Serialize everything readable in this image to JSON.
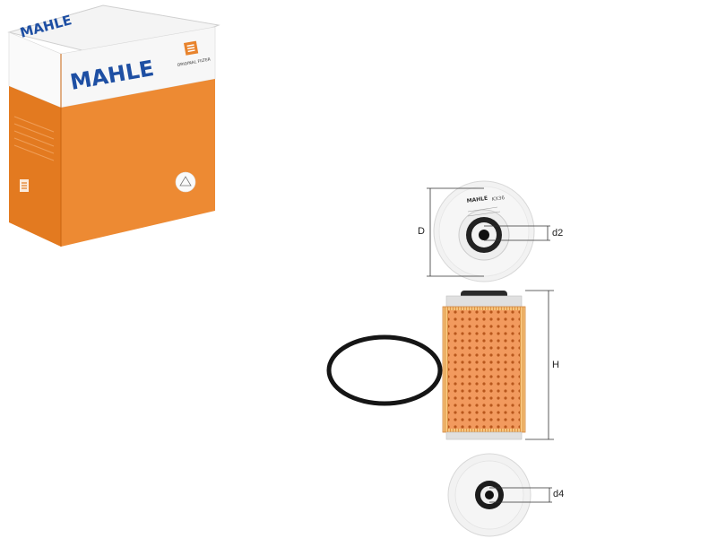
{
  "product_box": {
    "brand_top": "MAHLE",
    "brand_front": "MAHLE",
    "side_logo_text": "ORIGINAL FILTER",
    "colors": {
      "orange": "#e8832c",
      "top": "#f2f2f2",
      "blue": "#1e4fa3"
    }
  },
  "diagram": {
    "top_view": {
      "dimension_outer": "D",
      "dimension_inner": "d2",
      "cap_brand": "MAHLE",
      "cap_part": "KX36"
    },
    "side_view": {
      "dimension_height": "H",
      "element_colors": {
        "paper": "#f29a5e",
        "holes": "#b8571c",
        "cap": "#f6c37c"
      }
    },
    "bottom_view": {
      "dimension_inner": "d4"
    },
    "gasket": {
      "color": "#1a1a1a"
    }
  }
}
